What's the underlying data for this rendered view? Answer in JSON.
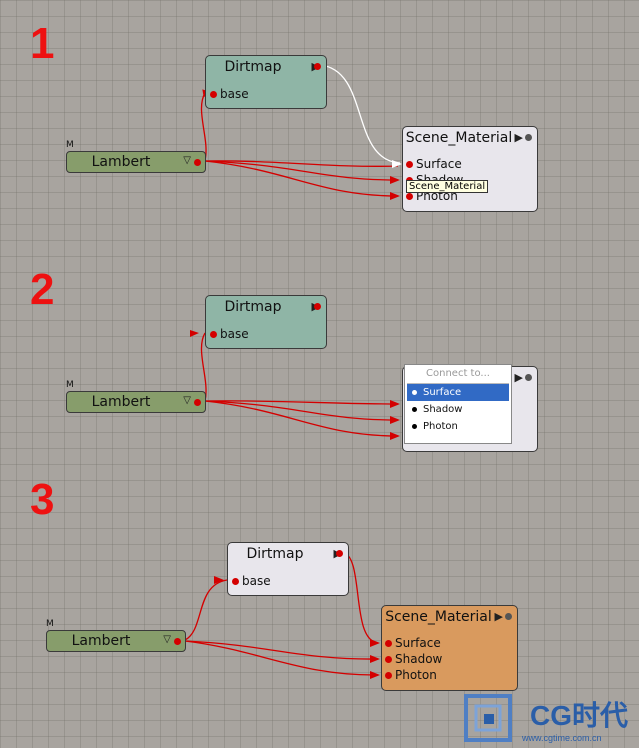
{
  "steps": [
    "1",
    "2",
    "3"
  ],
  "nodes": {
    "lambert": "Lambert",
    "lambert_flag": "M",
    "dirtmap": "Dirtmap",
    "dirtmap_port": "base",
    "scene_material": "Scene_Material",
    "ports": [
      "Surface",
      "Shadow",
      "Photon"
    ],
    "output_glyph": "▶",
    "lambert_glyph": "▽"
  },
  "tooltip": "Scene_Material",
  "menu": {
    "header": "Connect to...",
    "items": [
      "Surface",
      "Shadow",
      "Photon"
    ],
    "selected": "Surface"
  },
  "watermark": {
    "brand": "CG时代",
    "url": "www.cgtime.com.cn"
  },
  "colors": {
    "wire": "#d40000",
    "active_wire": "#ffffff",
    "dirtmap_node": "#8fb5a6",
    "lambert_node": "#879d6b",
    "scene_node_selected": "#d99a5e",
    "step_number": "#ee1111"
  }
}
